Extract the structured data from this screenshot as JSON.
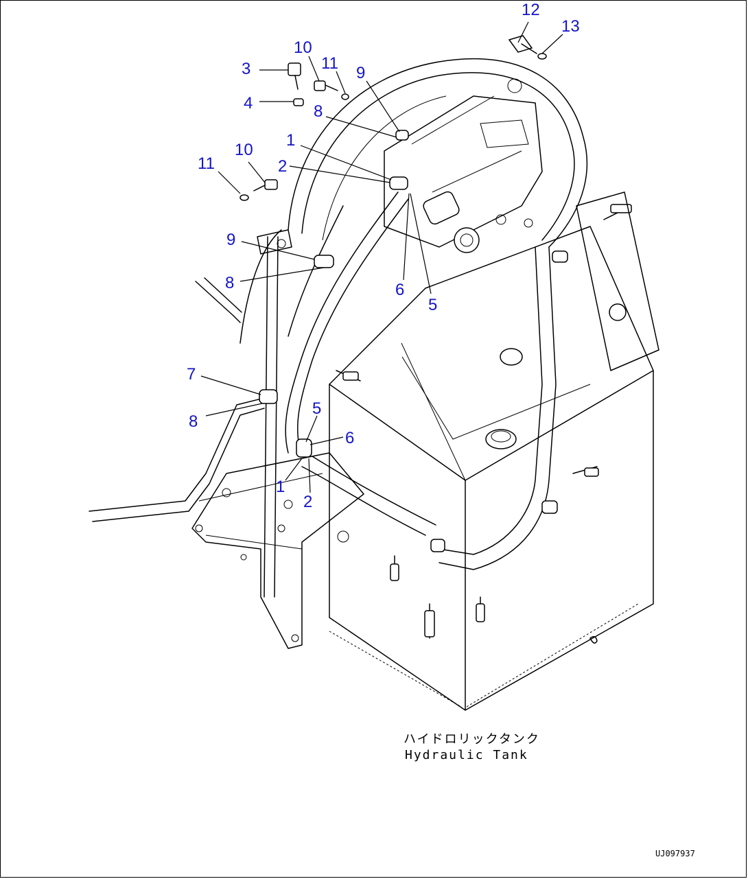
{
  "callouts": [
    {
      "label": "12"
    },
    {
      "label": "13"
    },
    {
      "label": "10"
    },
    {
      "label": "11"
    },
    {
      "label": "3"
    },
    {
      "label": "9"
    },
    {
      "label": "4"
    },
    {
      "label": "8"
    },
    {
      "label": "1"
    },
    {
      "label": "2"
    },
    {
      "label": "10"
    },
    {
      "label": "11"
    },
    {
      "label": "9"
    },
    {
      "label": "8"
    },
    {
      "label": "6"
    },
    {
      "label": "5"
    },
    {
      "label": "7"
    },
    {
      "label": "8"
    },
    {
      "label": "5"
    },
    {
      "label": "6"
    },
    {
      "label": "1"
    },
    {
      "label": "2"
    }
  ],
  "caption": {
    "japanese": "ハイドロリックタンク",
    "english": "Hydraulic Tank"
  },
  "drawing_code": "UJ097937"
}
